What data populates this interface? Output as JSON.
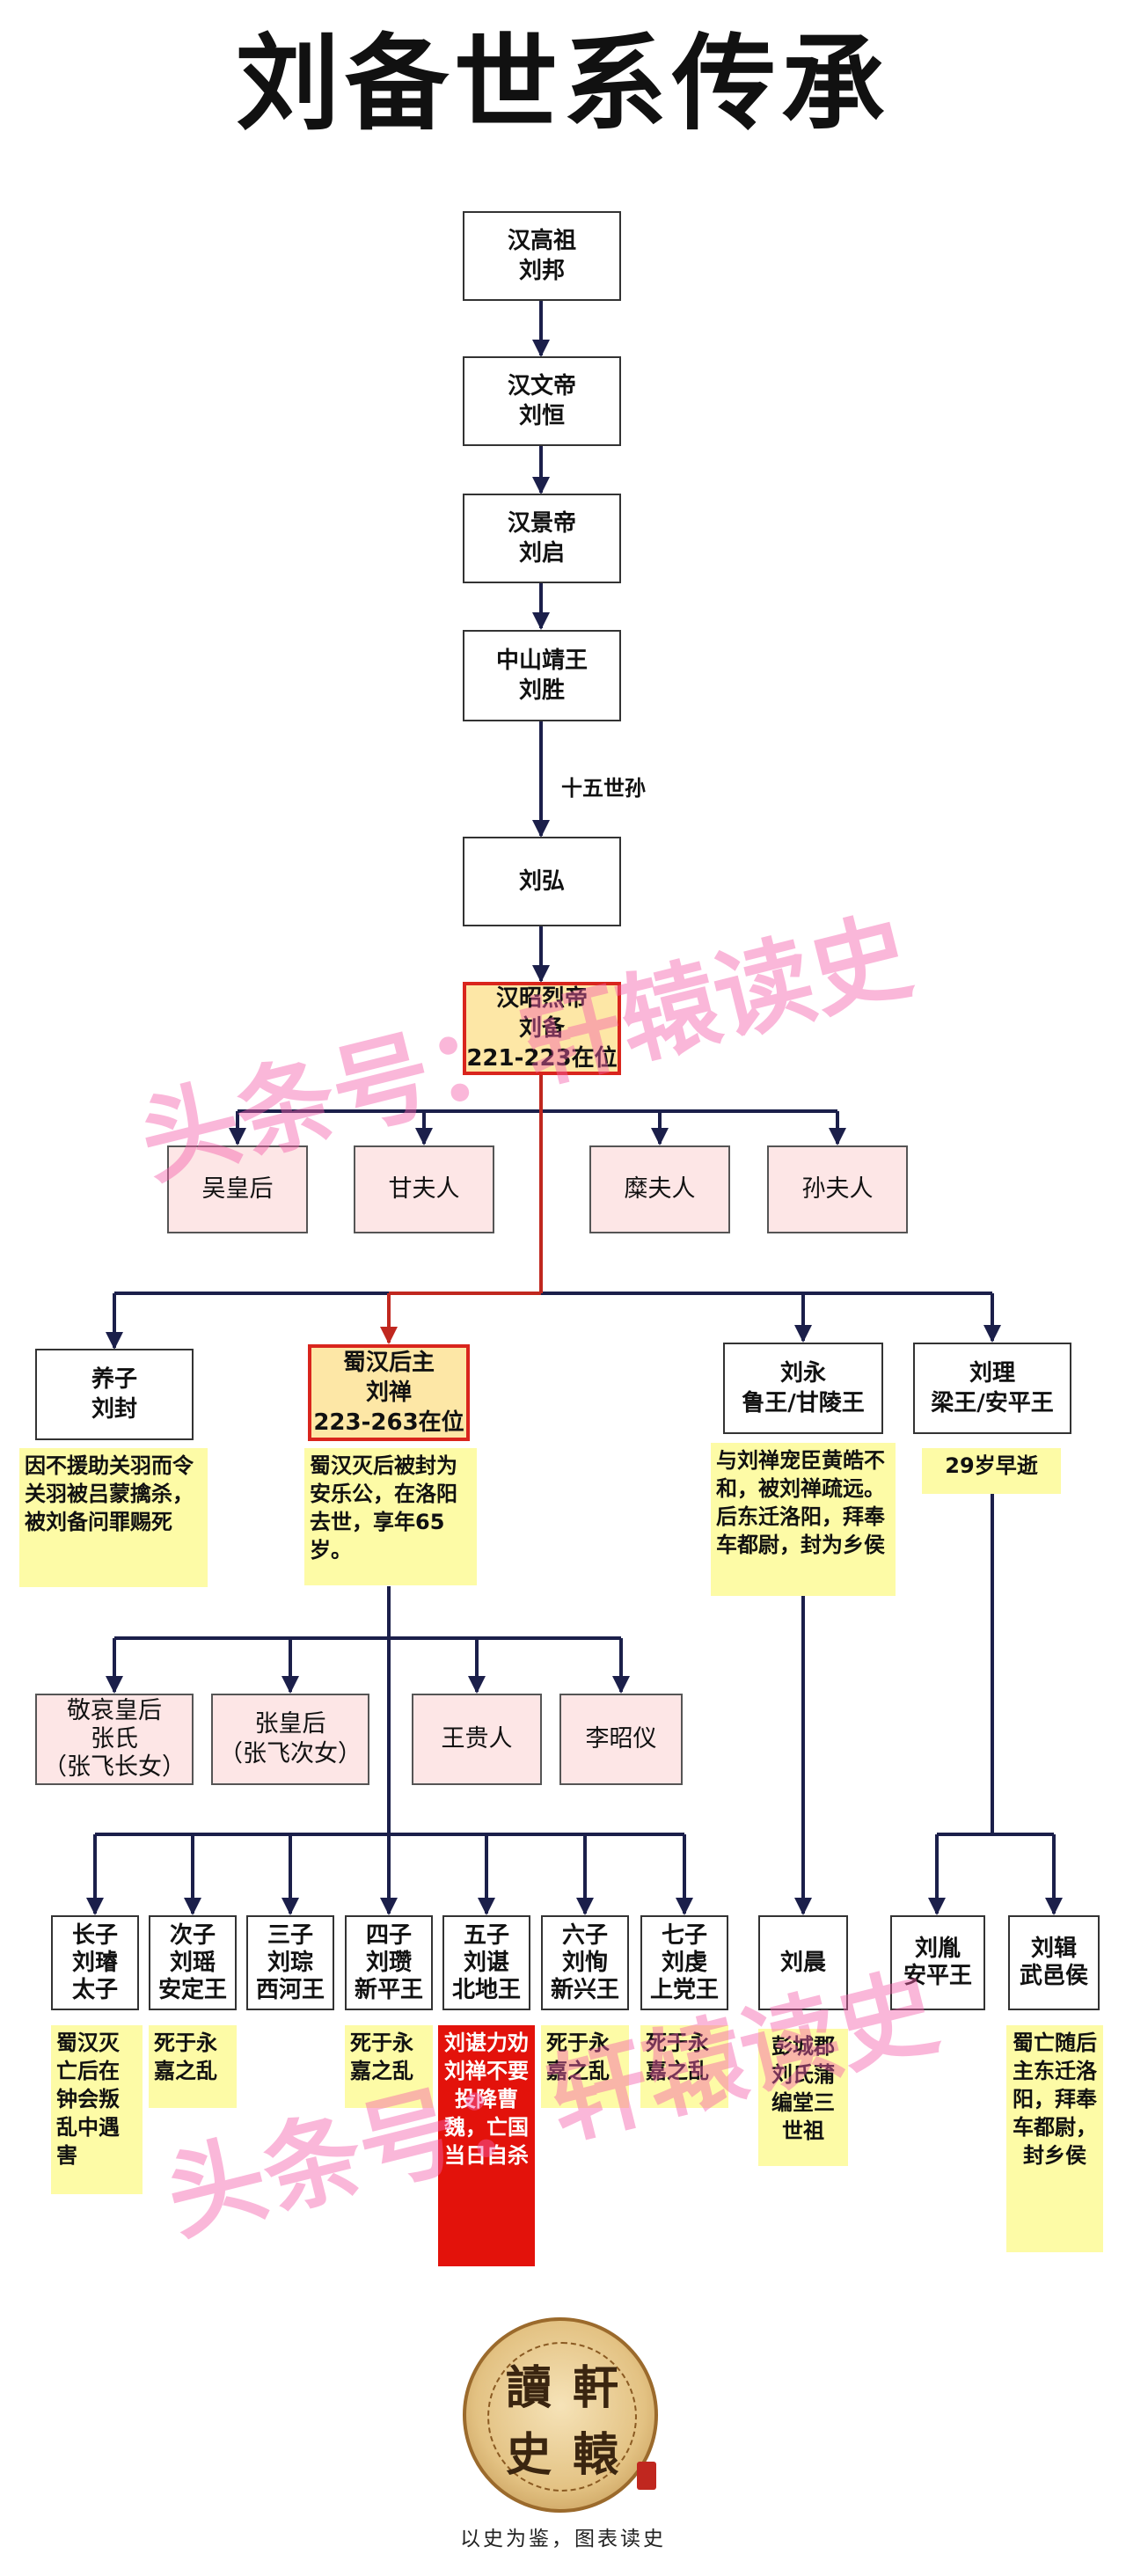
{
  "title": "刘备世系传承",
  "generation_label": "十五世孙",
  "lineage": {
    "gaozu": {
      "line1": "汉高祖",
      "line2": "刘邦"
    },
    "wendi": {
      "line1": "汉文帝",
      "line2": "刘恒"
    },
    "jingdi": {
      "line1": "汉景帝",
      "line2": "刘启"
    },
    "zhongshan": {
      "line1": "中山靖王",
      "line2": "刘胜"
    },
    "liuhong": {
      "line1": "刘弘"
    },
    "liubei": {
      "line1": "汉昭烈帝",
      "line2": "刘备",
      "line3": "221-223在位"
    }
  },
  "wives": [
    "吴皇后",
    "甘夫人",
    "糜夫人",
    "孙夫人"
  ],
  "children": {
    "liufeng": {
      "line1": "养子",
      "line2": "刘封",
      "note": "因不援助关羽而令关羽被吕蒙擒杀，被刘备问罪赐死"
    },
    "liushan": {
      "line1": "蜀汉后主",
      "line2": "刘禅",
      "line3": "223-263在位",
      "note": "蜀汉灭后被封为安乐公，在洛阳去世，享年65岁。"
    },
    "liuyong": {
      "line1": "刘永",
      "line2": "鲁王/甘陵王",
      "note": "与刘禅宠臣黄皓不和，被刘禅疏远。后东迁洛阳，拜奉车都尉，封为乡侯"
    },
    "liuli": {
      "line1": "刘理",
      "line2": "梁王/安平王",
      "note": "29岁早逝"
    }
  },
  "liushan_wives": [
    {
      "line1": "敬哀皇后",
      "line2": "张氏",
      "line3": "（张飞长女）"
    },
    {
      "line1": "张皇后",
      "line2": "（张飞次女）"
    },
    {
      "line1": "王贵人"
    },
    {
      "line1": "李昭仪"
    }
  ],
  "liushan_sons": [
    {
      "line1": "长子",
      "line2": "刘璿",
      "line3": "太子",
      "note": "蜀汉灭亡后在钟会叛乱中遇害"
    },
    {
      "line1": "次子",
      "line2": "刘瑶",
      "line3": "安定王",
      "note": "死于永嘉之乱"
    },
    {
      "line1": "三子",
      "line2": "刘琮",
      "line3": "西河王",
      "note": ""
    },
    {
      "line1": "四子",
      "line2": "刘瓒",
      "line3": "新平王",
      "note": "死于永嘉之乱"
    },
    {
      "line1": "五子",
      "line2": "刘谌",
      "line3": "北地王",
      "note": "刘谌力劝刘禅不要投降曹魏，亡国当日自杀"
    },
    {
      "line1": "六子",
      "line2": "刘恂",
      "line3": "新兴王",
      "note": "死于永嘉之乱"
    },
    {
      "line1": "七子",
      "line2": "刘虔",
      "line3": "上党王",
      "note": "死于永嘉之乱"
    }
  ],
  "liuchen": {
    "line1": "刘晨",
    "note": "彭城郡刘氏蒲编堂三世祖"
  },
  "liuyin": {
    "line1": "刘胤",
    "line2": "安平王"
  },
  "liuji": {
    "line1": "刘辑",
    "line2": "武邑侯",
    "note": "蜀亡随后主东迁洛阳，拜奉车都尉，封乡侯"
  },
  "watermark": "头条号：轩辕读史",
  "logo": {
    "chars": [
      "讀",
      "軒",
      "史",
      "轅"
    ]
  },
  "slogan": "以史为鉴，图表读史",
  "colors": {
    "highlight_border": "#d9251d",
    "highlight_fill": "#fde7a6",
    "wife_fill": "#fde6e6",
    "note_fill": "#fdfba6",
    "red_note": "#e3120b",
    "line_dark": "#1b1f4a",
    "line_red": "#c0271f",
    "watermark": "#f55faa"
  }
}
